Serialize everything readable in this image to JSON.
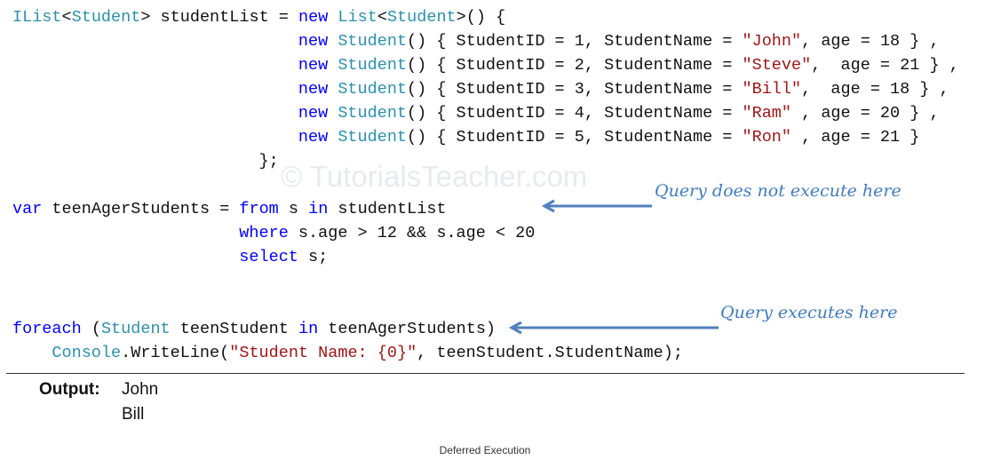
{
  "watermark": "© TutorialsTeacher.com",
  "colors": {
    "keyword": "#0000ff",
    "type": "#2b91af",
    "string": "#a31515",
    "annotation": "#3f7cc3",
    "arrow": "#4f81bd"
  },
  "code": [
    {
      "indent": 0,
      "tokens": [
        [
          "ty",
          "IList"
        ],
        [
          "pl",
          "<"
        ],
        [
          "ty",
          "Student"
        ],
        [
          "pl",
          "> studentList = "
        ],
        [
          "kw",
          "new"
        ],
        [
          "pl",
          " "
        ],
        [
          "ty",
          "List"
        ],
        [
          "pl",
          "<"
        ],
        [
          "ty",
          "Student"
        ],
        [
          "pl",
          ">() {"
        ]
      ]
    },
    {
      "indent": 29,
      "tokens": [
        [
          "kw",
          "new"
        ],
        [
          "pl",
          " "
        ],
        [
          "ty",
          "Student"
        ],
        [
          "pl",
          "() { StudentID = 1, StudentName = "
        ],
        [
          "st",
          "\"John\""
        ],
        [
          "pl",
          ", age = 18 } ,"
        ]
      ]
    },
    {
      "indent": 29,
      "tokens": [
        [
          "kw",
          "new"
        ],
        [
          "pl",
          " "
        ],
        [
          "ty",
          "Student"
        ],
        [
          "pl",
          "() { StudentID = 2, StudentName = "
        ],
        [
          "st",
          "\"Steve\""
        ],
        [
          "pl",
          ",  age = 21 } ,"
        ]
      ]
    },
    {
      "indent": 29,
      "tokens": [
        [
          "kw",
          "new"
        ],
        [
          "pl",
          " "
        ],
        [
          "ty",
          "Student"
        ],
        [
          "pl",
          "() { StudentID = 3, StudentName = "
        ],
        [
          "st",
          "\"Bill\""
        ],
        [
          "pl",
          ",  age = 18 } ,"
        ]
      ]
    },
    {
      "indent": 29,
      "tokens": [
        [
          "kw",
          "new"
        ],
        [
          "pl",
          " "
        ],
        [
          "ty",
          "Student"
        ],
        [
          "pl",
          "() { StudentID = 4, StudentName = "
        ],
        [
          "st",
          "\"Ram\""
        ],
        [
          "pl",
          " , age = 20 } ,"
        ]
      ]
    },
    {
      "indent": 29,
      "tokens": [
        [
          "kw",
          "new"
        ],
        [
          "pl",
          " "
        ],
        [
          "ty",
          "Student"
        ],
        [
          "pl",
          "() { StudentID = 5, StudentName = "
        ],
        [
          "st",
          "\"Ron\""
        ],
        [
          "pl",
          " , age = 21 }"
        ]
      ]
    },
    {
      "indent": 25,
      "tokens": [
        [
          "pl",
          "};"
        ]
      ]
    },
    {
      "indent": 0,
      "tokens": [
        [
          "kw",
          "var"
        ],
        [
          "pl",
          " teenAgerStudents = "
        ],
        [
          "kw",
          "from"
        ],
        [
          "pl",
          " s "
        ],
        [
          "kw",
          "in"
        ],
        [
          "pl",
          " studentList"
        ]
      ]
    },
    {
      "indent": 23,
      "tokens": [
        [
          "kw",
          "where"
        ],
        [
          "pl",
          " s.age > 12 && s.age < 20"
        ]
      ]
    },
    {
      "indent": 23,
      "tokens": [
        [
          "kw",
          "select"
        ],
        [
          "pl",
          " s;"
        ]
      ]
    },
    {
      "indent": 0,
      "tokens": [
        [
          "kw",
          "foreach"
        ],
        [
          "pl",
          " ("
        ],
        [
          "ty",
          "Student"
        ],
        [
          "pl",
          " teenStudent "
        ],
        [
          "kw",
          "in"
        ],
        [
          "pl",
          " teenAgerStudents)"
        ]
      ]
    },
    {
      "indent": 4,
      "tokens": [
        [
          "ty",
          "Console"
        ],
        [
          "pl",
          ".WriteLine("
        ],
        [
          "st",
          "\"Student Name: {0}\""
        ],
        [
          "pl",
          ", teenStudent.StudentName);"
        ]
      ]
    }
  ],
  "annotations": {
    "no_execute": "Query does not execute here",
    "execute": "Query executes here"
  },
  "output": {
    "label": "Output:",
    "values": [
      "John",
      "Bill"
    ]
  },
  "caption": "Deferred Execution"
}
